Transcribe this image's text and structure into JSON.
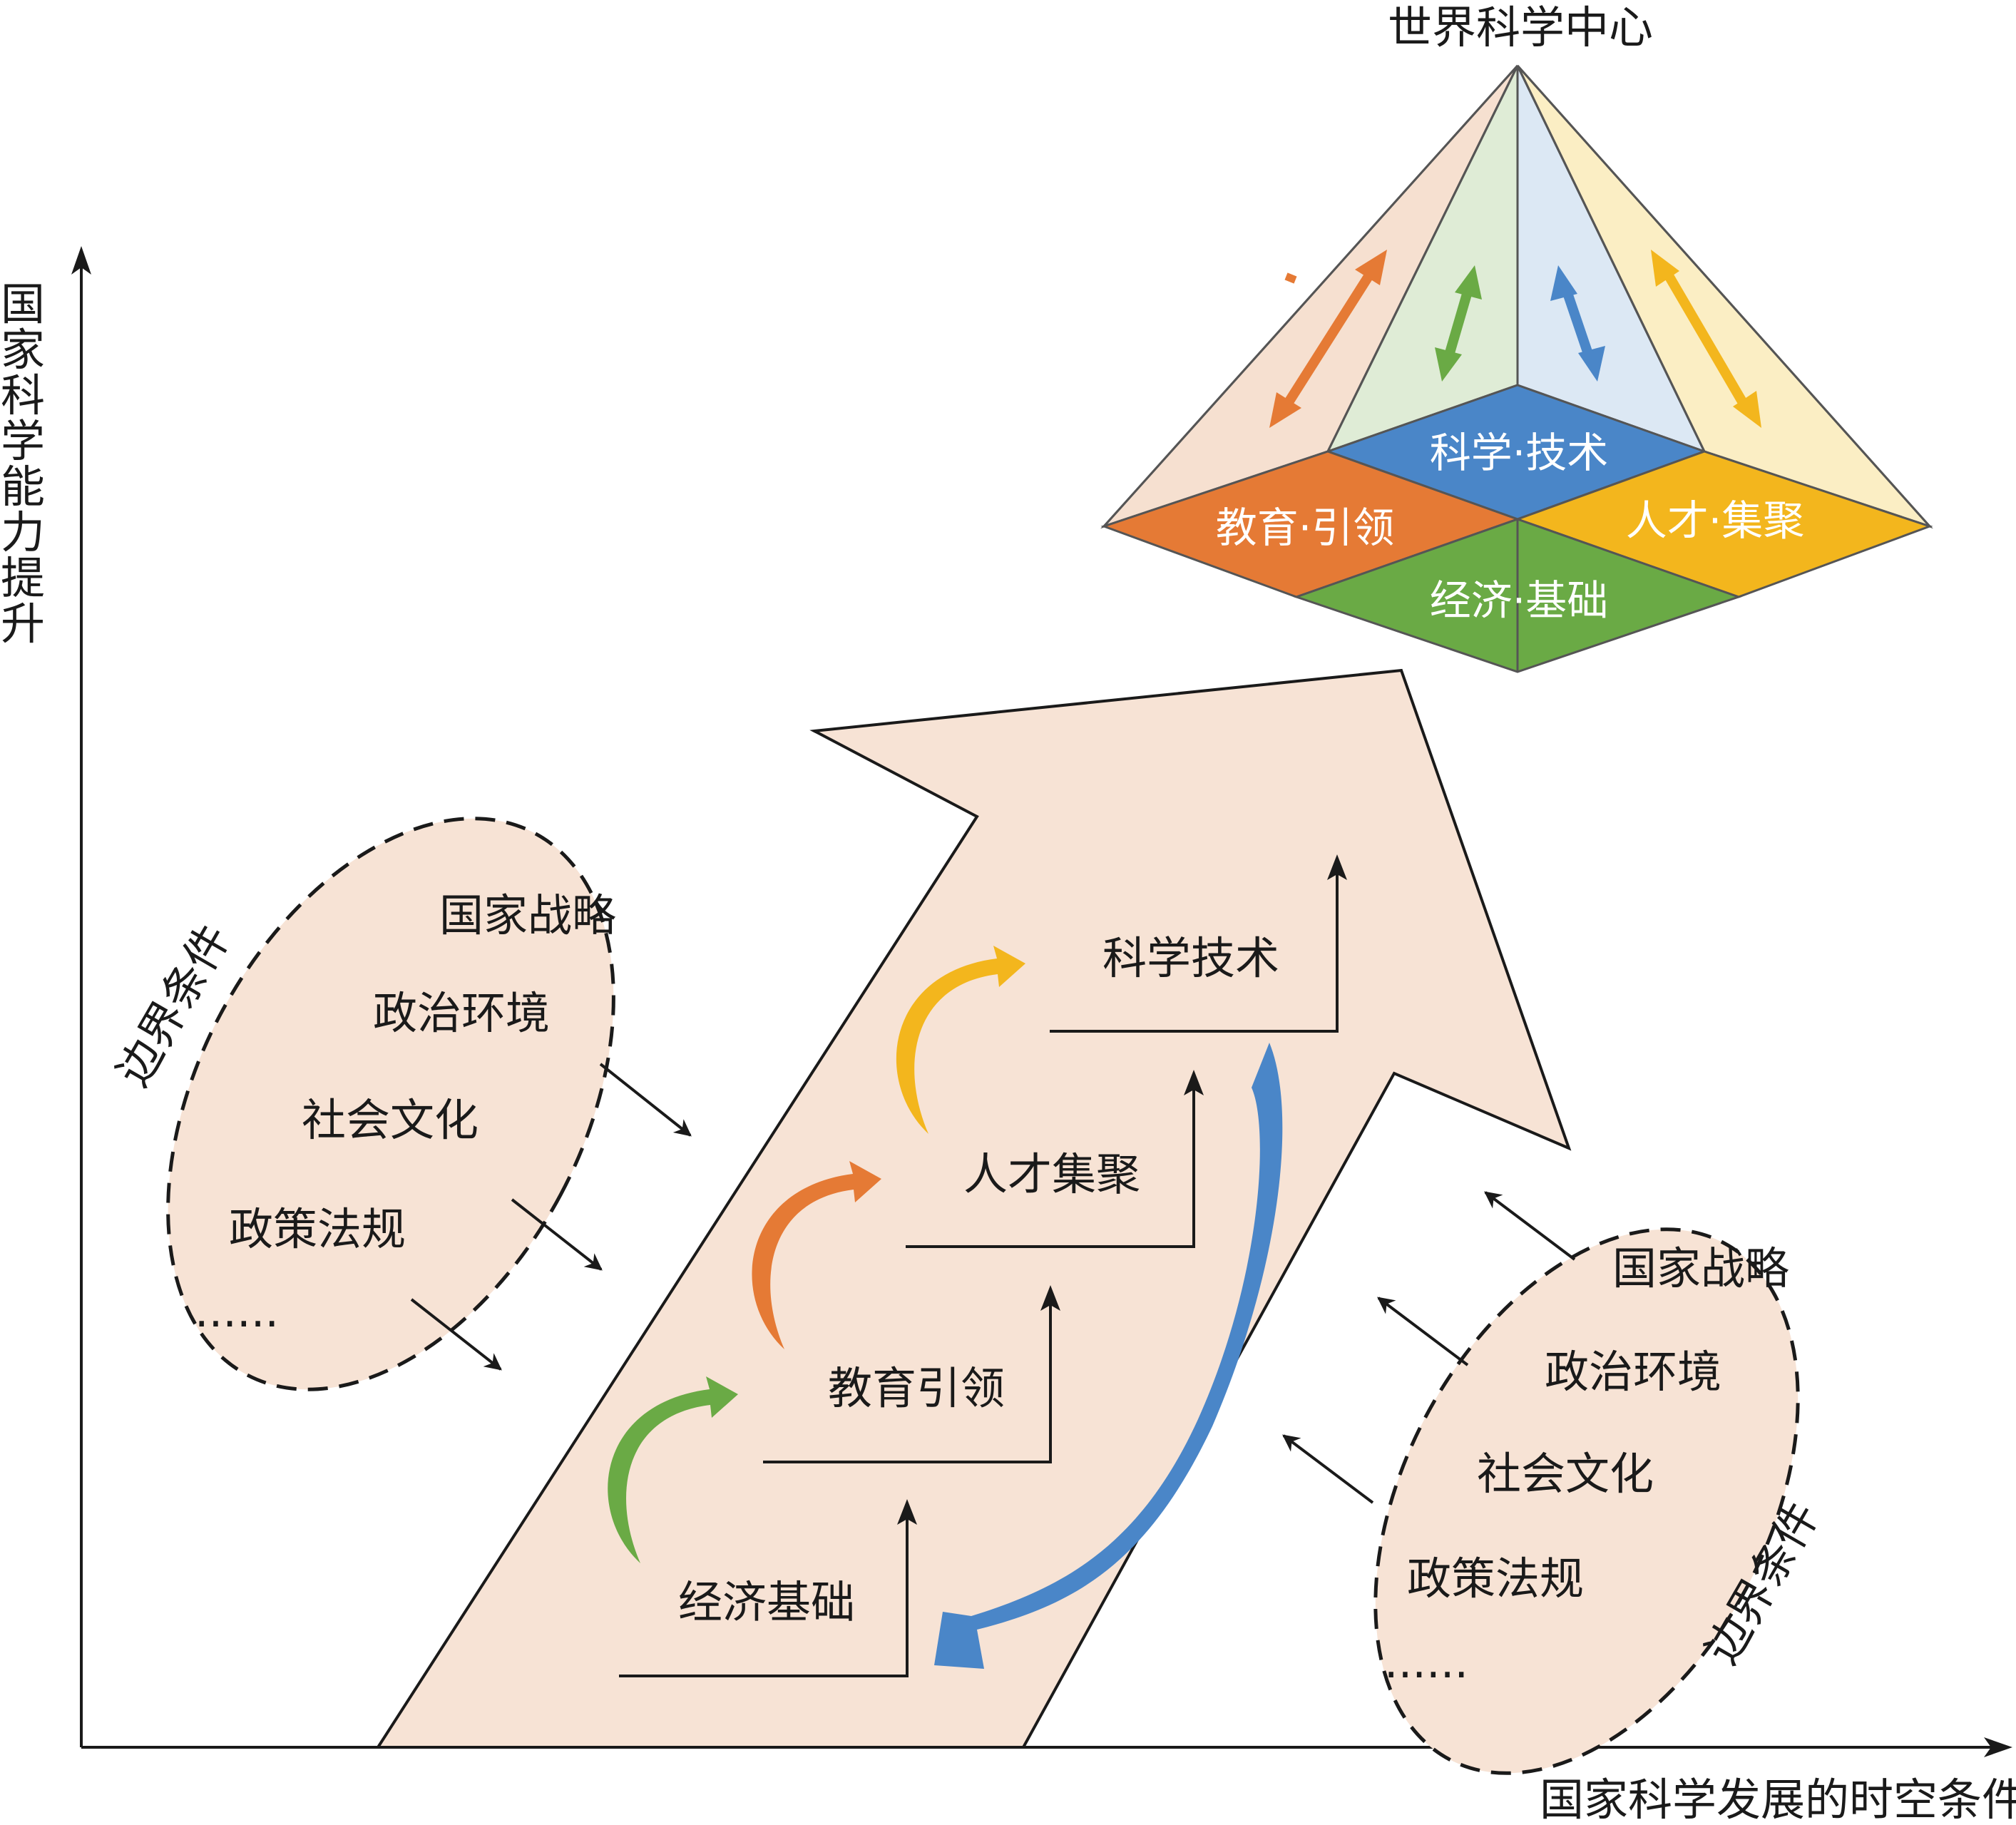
{
  "title": "世界科学中心",
  "axes": {
    "y_label": "国家科学能力提升",
    "x_label": "国家科学发展的时空条件"
  },
  "pyramid": {
    "faces": [
      {
        "label": "科学·技术",
        "color": "#4a86c8",
        "side_color": "#dce8f4"
      },
      {
        "label": "教育·引领",
        "color": "#e57a35",
        "side_color": "#f6e0d0"
      },
      {
        "label": "人才·集聚",
        "color": "#f3b61d",
        "side_color": "#fbeec4"
      },
      {
        "label": "经济·基础",
        "color": "#6aaa45",
        "side_color": "#dfecd6"
      }
    ]
  },
  "stairs": {
    "steps": [
      "经济基础",
      "教育引领",
      "人才集聚",
      "科学技术"
    ]
  },
  "boundary_left": {
    "label": "边界条件",
    "items": [
      "国家战略",
      "政治环境",
      "社会文化",
      "政策法规",
      "......"
    ]
  },
  "boundary_right": {
    "label": "边界条件",
    "items": [
      "国家战略",
      "政治环境",
      "社会文化",
      "政策法规",
      "......"
    ]
  },
  "colors": {
    "big_arrow_fill": "#f7e3d5",
    "feedback_arrow": "#4a86c8",
    "step_arrow_green": "#6aaa45",
    "step_arrow_orange": "#e57a35",
    "step_arrow_yellow": "#f3b61d"
  }
}
